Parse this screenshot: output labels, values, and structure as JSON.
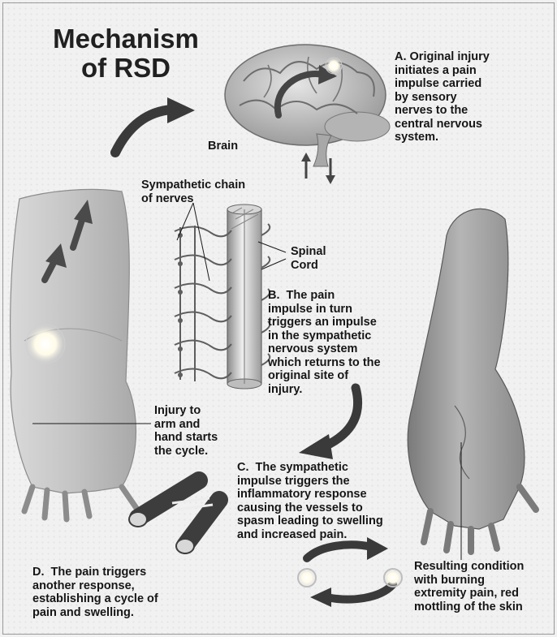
{
  "title": {
    "line1": "Mechanism",
    "line2": "of RSD"
  },
  "labels": {
    "brain": "Brain",
    "chain_line1": "Sympathetic chain",
    "chain_line2": "of nerves",
    "spinal_line1": "Spinal",
    "spinal_line2": "Cord",
    "injury_line1": "Injury to",
    "injury_line2": "arm and",
    "injury_line3": "hand starts",
    "injury_line4": "the cycle."
  },
  "steps": {
    "a": [
      "A. Original injury",
      "initiates a pain",
      "impulse carried",
      "by sensory",
      "nerves to the",
      "central nervous",
      "system."
    ],
    "b": [
      "B.  The pain",
      "impulse in turn",
      "triggers an impulse",
      "in the sympathetic",
      "nervous system",
      "which returns to the",
      "original site of",
      "injury."
    ],
    "c": [
      "C.  The sympathetic",
      "impulse triggers the",
      "inflammatory response",
      "causing the vessels to",
      "spasm leading to swelling",
      "and increased pain."
    ],
    "d": [
      "D.  The pain triggers",
      "another response,",
      "establishing a cycle of",
      "pain and swelling."
    ]
  },
  "result": [
    "Resulting condition",
    "with burning",
    "extremity pain, red",
    "mottling of the skin"
  ],
  "colors": {
    "background": "#f1f1f1",
    "text": "#161616",
    "arrow": "#3a3a3a",
    "skin": "#c8c8c8",
    "glow": "#fffbe8"
  },
  "icons": [
    "brain-illustration",
    "spinal-cord-illustration",
    "arm-illustration",
    "blood-vessels-illustration",
    "cycle-arrows-icon"
  ]
}
